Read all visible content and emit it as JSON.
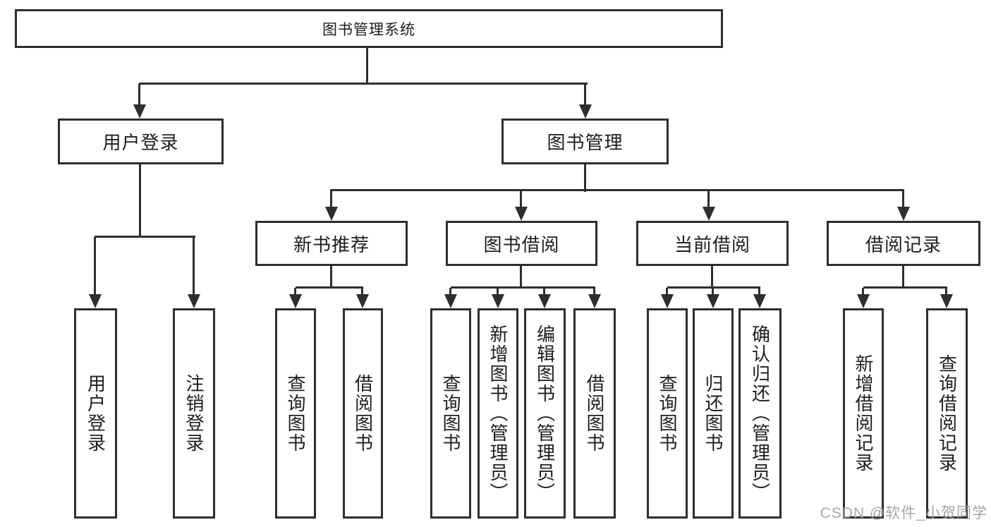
{
  "diagram": {
    "root": {
      "label": "图书管理系统"
    },
    "branches": [
      {
        "label": "用户登录",
        "children": [
          {
            "label": "用户登录"
          },
          {
            "label": "注销登录"
          }
        ]
      },
      {
        "label": "图书管理",
        "groups": [
          {
            "label": "新书推荐",
            "children": [
              {
                "label": "查询图书"
              },
              {
                "label": "借阅图书"
              }
            ]
          },
          {
            "label": "图书借阅",
            "children": [
              {
                "label": "查询图书"
              },
              {
                "label": "新增图书（管理员）"
              },
              {
                "label": "编辑图书（管理员）"
              },
              {
                "label": "借阅图书"
              }
            ]
          },
          {
            "label": "当前借阅",
            "children": [
              {
                "label": "查询图书"
              },
              {
                "label": "归还图书"
              },
              {
                "label": "确认归还（管理员）"
              }
            ]
          },
          {
            "label": "借阅记录",
            "children": [
              {
                "label": "新增借阅记录"
              },
              {
                "label": "查询借阅记录"
              }
            ]
          }
        ]
      }
    ]
  },
  "watermark": {
    "text": "CSDN @软件_小贺同学"
  },
  "colors": {
    "line": "#2e2e2e",
    "text": "#1e1e1e",
    "watermark": "#a6a6a6",
    "background": "#ffffff"
  }
}
